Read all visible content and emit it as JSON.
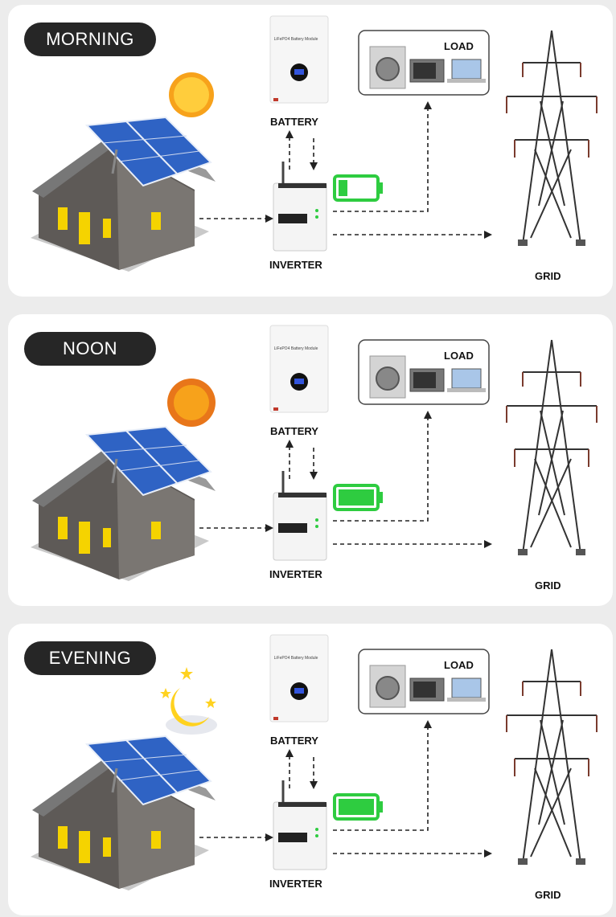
{
  "panels": [
    {
      "time_label": "MORNING",
      "sky_icon": "sun-icon",
      "battery_level": 0.25
    },
    {
      "time_label": "NOON",
      "sky_icon": "sun-icon",
      "battery_level": 1.0
    },
    {
      "time_label": "EVENING",
      "sky_icon": "moon-icon",
      "battery_level": 1.0
    }
  ],
  "labels": {
    "battery": "BATTERY",
    "inverter": "INVERTER",
    "grid": "GRID",
    "load": "LOAD",
    "battery_module_text": "LiFePO4 Battery Module"
  },
  "colors": {
    "badge_bg": "#262626",
    "battery_charge": "#2ecc40",
    "sun": "#f7a21b",
    "panel_bg": "#ffffff",
    "page_bg": "#ececec"
  }
}
